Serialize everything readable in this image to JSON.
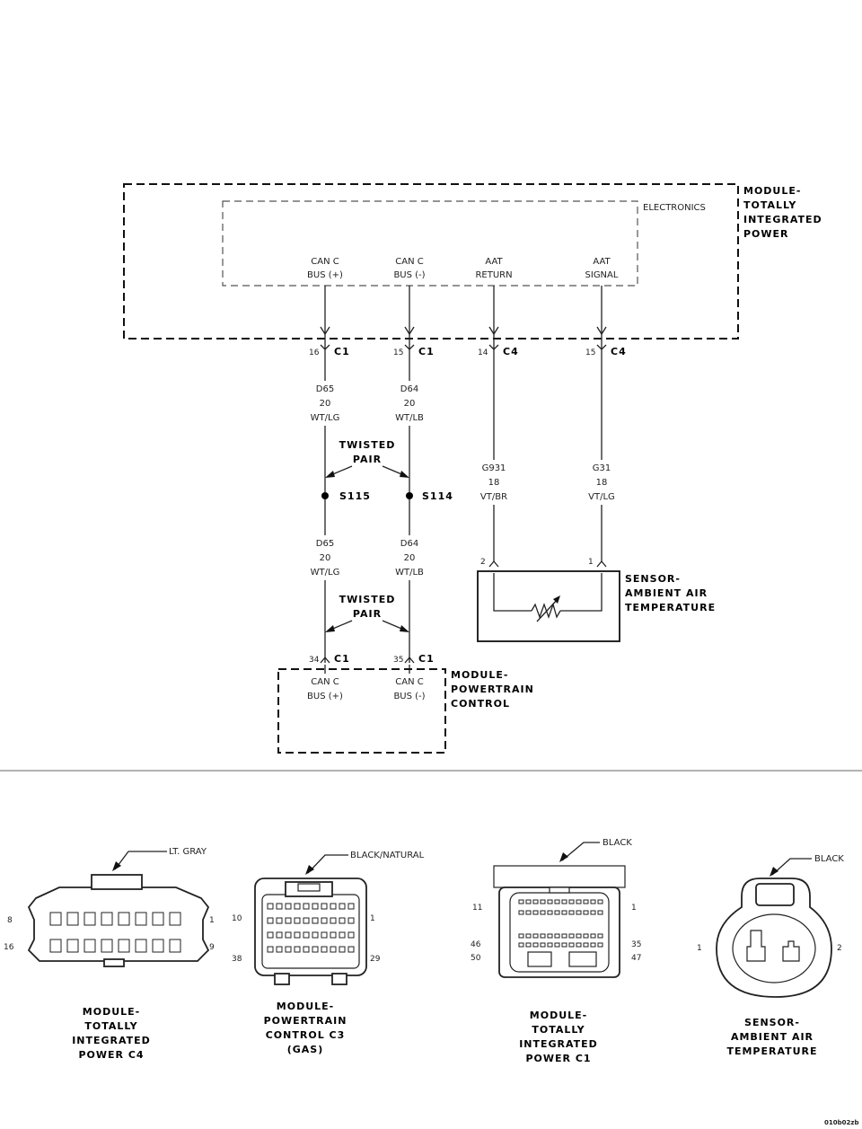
{
  "modules": {
    "tipm": [
      "MODULE-",
      "TOTALLY",
      "INTEGRATED",
      "POWER"
    ],
    "electronics": "ELECTRONICS",
    "pcm": [
      "MODULE-",
      "POWERTRAIN",
      "CONTROL"
    ],
    "sensor": [
      "SENSOR-",
      "AMBIENT AIR",
      "TEMPERATURE"
    ]
  },
  "tipm_pins": [
    {
      "l1": "CAN C",
      "l2": "BUS (+)",
      "pin": "16",
      "conn": "C1"
    },
    {
      "l1": "CAN C",
      "l2": "BUS (-)",
      "pin": "15",
      "conn": "C1"
    },
    {
      "l1": "AAT",
      "l2": "RETURN",
      "pin": "14",
      "conn": "C4"
    },
    {
      "l1": "AAT",
      "l2": "SIGNAL",
      "pin": "15",
      "conn": "C4"
    }
  ],
  "wires_upper": [
    {
      "circuit": "D65",
      "gauge": "20",
      "color": "WT/LG"
    },
    {
      "circuit": "D64",
      "gauge": "20",
      "color": "WT/LB"
    },
    {
      "circuit": "G931",
      "gauge": "18",
      "color": "VT/BR"
    },
    {
      "circuit": "G31",
      "gauge": "18",
      "color": "VT/LG"
    }
  ],
  "wires_lower": [
    {
      "circuit": "D65",
      "gauge": "20",
      "color": "WT/LG"
    },
    {
      "circuit": "D64",
      "gauge": "20",
      "color": "WT/LB"
    }
  ],
  "twisted_pair": [
    "TWISTED",
    "PAIR"
  ],
  "splices": [
    "S115",
    "S114"
  ],
  "sensor_pins": [
    "2",
    "1"
  ],
  "pcm_pins": [
    {
      "l1": "CAN C",
      "l2": "BUS (+)",
      "pin": "34",
      "conn": "C1"
    },
    {
      "l1": "CAN C",
      "l2": "BUS (-)",
      "pin": "35",
      "conn": "C1"
    }
  ],
  "connectors": [
    {
      "color": "LT. GRAY",
      "caption": [
        "MODULE-",
        "TOTALLY",
        "INTEGRATED",
        "POWER C4"
      ],
      "pins": [
        "8",
        "1",
        "16",
        "9"
      ]
    },
    {
      "color": "BLACK/NATURAL",
      "caption": [
        "MODULE-",
        "POWERTRAIN",
        "CONTROL C3",
        "(GAS)"
      ],
      "pins": [
        "10",
        "1",
        "38",
        "29"
      ]
    },
    {
      "color": "BLACK",
      "caption": [
        "MODULE-",
        "TOTALLY",
        "INTEGRATED",
        "POWER C1"
      ],
      "pins": [
        "11",
        "1",
        "46",
        "35",
        "50",
        "47"
      ]
    },
    {
      "color": "BLACK",
      "caption": [
        "SENSOR-",
        "AMBIENT AIR",
        "TEMPERATURE"
      ],
      "pins": [
        "1",
        "2"
      ]
    }
  ],
  "figure_id": "010b02zb"
}
